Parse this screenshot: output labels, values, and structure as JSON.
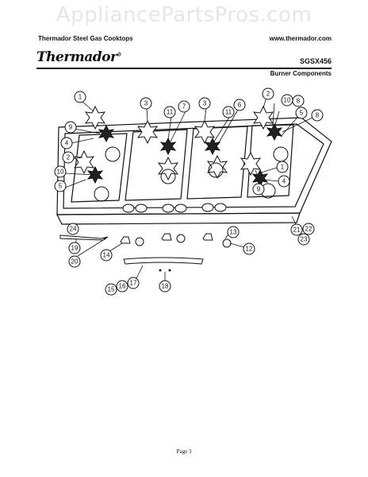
{
  "watermark": "AppliancePartsPros.com",
  "header": {
    "left": "Thermador Steel Gas Cooktops",
    "right": "www.thermador.com"
  },
  "brand": {
    "name": "Thermador",
    "mark": "®"
  },
  "model": "SGSX456",
  "section": "Burner Components",
  "callouts": [
    "1",
    "2",
    "3",
    "4",
    "5",
    "7",
    "8",
    "9",
    "10",
    "11",
    "6",
    "12",
    "13",
    "14",
    "15",
    "16",
    "17",
    "18",
    "19",
    "20",
    "21",
    "22",
    "23",
    "24"
  ],
  "footer": {
    "page": "Page 3"
  },
  "colors": {
    "line": "#111111",
    "watermark": "#e6e6e6"
  }
}
